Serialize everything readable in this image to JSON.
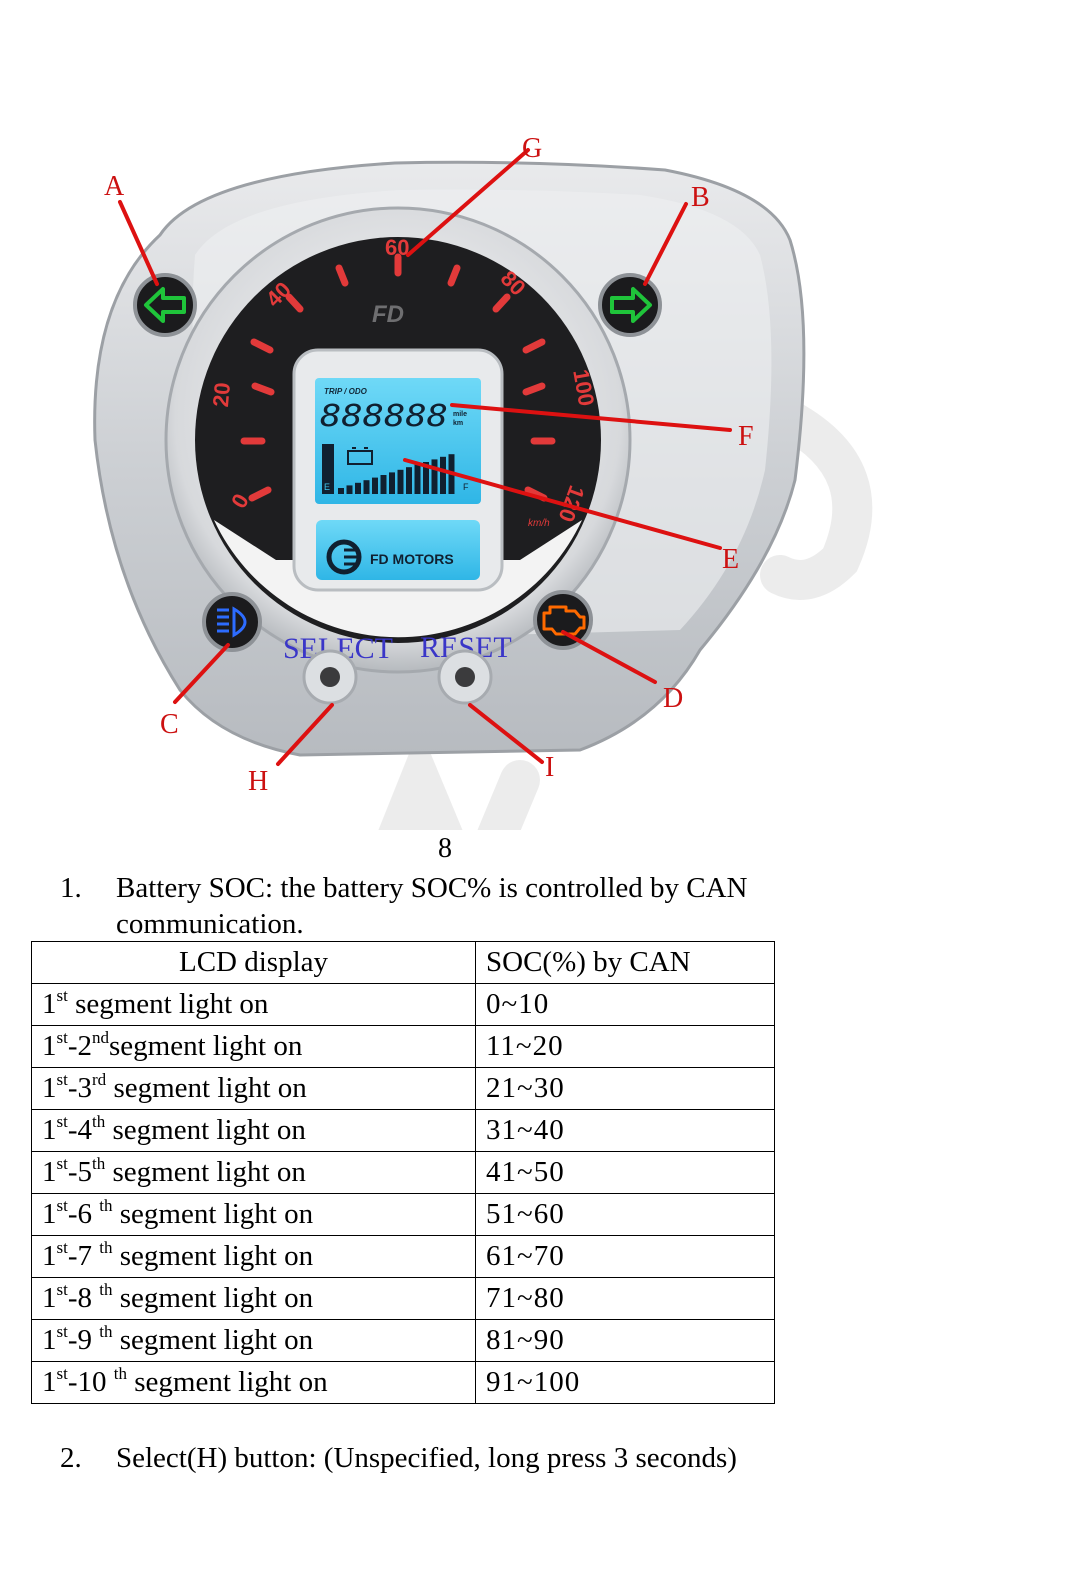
{
  "figure": {
    "callouts": [
      "A",
      "B",
      "C",
      "D",
      "E",
      "F",
      "G",
      "H",
      "I"
    ],
    "speed_ticks": [
      "0",
      "20",
      "40",
      "60",
      "80",
      "100",
      "120"
    ],
    "speed_unit": "km/h",
    "brand_logo_text": "FD",
    "lcd": {
      "trip_label": "TRIP / ODO",
      "digits": "888888",
      "unit_top": "mile",
      "unit_bottom": "km",
      "gauge_empty": "E",
      "gauge_full": "F",
      "battery_level": 1.0
    },
    "badge_text": "FD MOTORS",
    "buttons": {
      "select": "SELECT",
      "reset": "RESET"
    },
    "icons": {
      "left_turn": "left-arrow-icon",
      "right_turn": "right-arrow-icon",
      "headlight": "headlight-icon",
      "engine": "engine-icon"
    },
    "colors": {
      "callout": "#cc1111",
      "button_label": "#3a36c8",
      "lcd": "#3fc6ee",
      "turn": "#1fc43a",
      "engine": "#ff6a00",
      "headlight": "#2d6cff"
    }
  },
  "page_number": "8",
  "item1": {
    "num": "1.",
    "text": "Battery SOC: the battery SOC% is controlled by CAN communication."
  },
  "table": {
    "headers": [
      "LCD display",
      "SOC(%) by CAN"
    ],
    "rows": [
      {
        "a": "1",
        "a_sup": "st",
        "b": "",
        "b_sup": "",
        "label": " segment light on",
        "soc": "0~10"
      },
      {
        "a": "1",
        "a_sup": "st",
        "b": "-2",
        "b_sup": "nd",
        "label": "segment light on",
        "soc": "11~20"
      },
      {
        "a": "1",
        "a_sup": "st",
        "b": "-3",
        "b_sup": "rd",
        "label": " segment light on",
        "soc": "21~30"
      },
      {
        "a": "1",
        "a_sup": "st",
        "b": "-4",
        "b_sup": "th",
        "label": " segment light on",
        "soc": "31~40"
      },
      {
        "a": "1",
        "a_sup": "st",
        "b": "-5",
        "b_sup": "th",
        "label": " segment light on",
        "soc": "41~50"
      },
      {
        "a": "1",
        "a_sup": "st",
        "b": "-6 ",
        "b_sup": "th",
        "label": " segment light on",
        "soc": "51~60"
      },
      {
        "a": "1",
        "a_sup": "st",
        "b": "-7 ",
        "b_sup": "th",
        "label": " segment light on",
        "soc": "61~70"
      },
      {
        "a": "1",
        "a_sup": "st",
        "b": "-8 ",
        "b_sup": "th",
        "label": " segment light on",
        "soc": "71~80"
      },
      {
        "a": "1",
        "a_sup": "st",
        "b": "-9 ",
        "b_sup": "th",
        "label": " segment light on",
        "soc": "81~90"
      },
      {
        "a": "1",
        "a_sup": "st",
        "b": "-10 ",
        "b_sup": "th",
        "label": " segment light on",
        "soc": "91~100"
      }
    ]
  },
  "item2": {
    "num": "2.",
    "text": "Select(H) button: (Unspecified, long press 3 seconds)"
  }
}
